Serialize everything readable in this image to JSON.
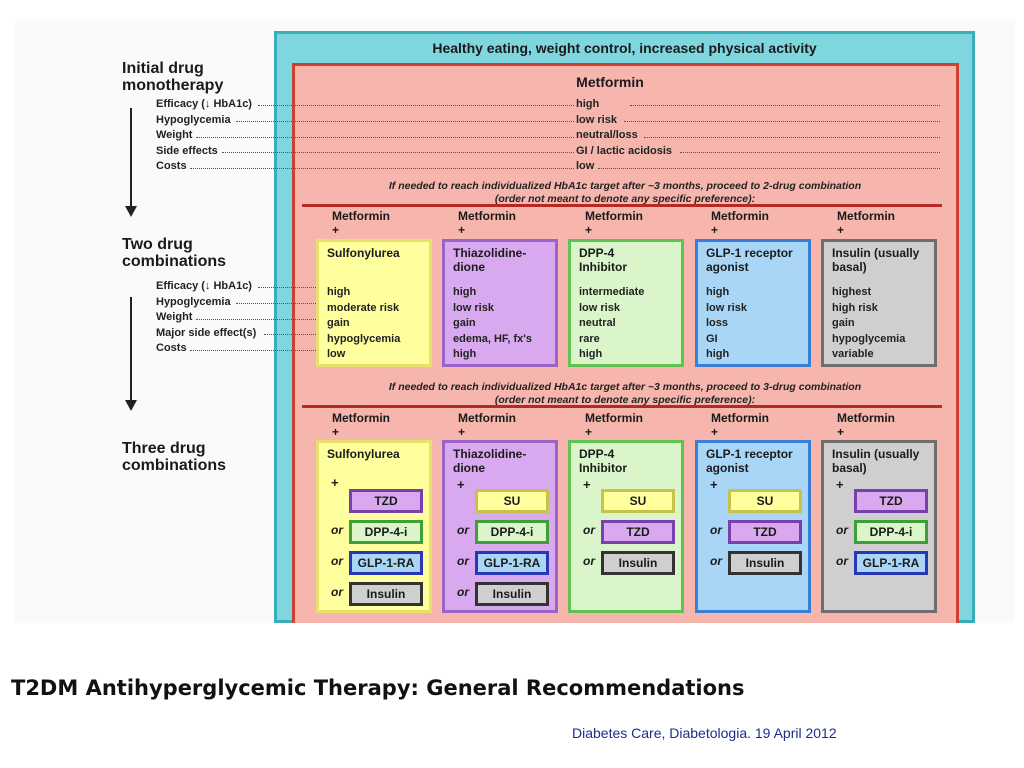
{
  "header": {
    "title": "Healthy eating, weight control, increased physical activity"
  },
  "stages": {
    "initial": "Initial drug monotherapy",
    "two": "Two drug combinations",
    "three": "Three drug combinations"
  },
  "row_labels_mono": [
    "Efficacy (↓ HbA1c)",
    "Hypoglycemia",
    "Weight",
    "Side effects",
    "Costs"
  ],
  "row_labels_dual": [
    "Efficacy (↓ HbA1c)",
    "Hypoglycemia",
    "Weight",
    "Major side effect(s)",
    "Costs"
  ],
  "monotherapy": {
    "drug": "Metformin",
    "values": [
      "high",
      "low risk",
      "neutral/loss",
      "GI / lactic acidosis",
      "low"
    ]
  },
  "notes": {
    "to_two": [
      "If needed to reach individualized HbA1c target after ~3 months, proceed to 2-drug combination",
      "(order not meant to denote any specific preference):"
    ],
    "to_three": [
      "If needed to reach individualized HbA1c target after ~3 months, proceed to 3-drug combination",
      "(order not meant to denote any specific preference):"
    ]
  },
  "metformin_plus": [
    "Metformin",
    "+"
  ],
  "or_label": "or",
  "plus_label": "+",
  "two_drug": [
    {
      "name": [
        "Sulfonylurea"
      ],
      "values": [
        "high",
        "moderate risk",
        "gain",
        "hypoglycemia",
        "low"
      ],
      "color": "#ffff9e"
    },
    {
      "name": [
        "Thiazolidine-",
        "dione"
      ],
      "values": [
        "high",
        "low risk",
        "gain",
        "edema, HF, fx's",
        "high"
      ],
      "color": "#d9a9ef"
    },
    {
      "name": [
        "DPP-4",
        "Inhibitor"
      ],
      "values": [
        "intermediate",
        "low risk",
        "neutral",
        "rare",
        "high"
      ],
      "color": "#d9f5c9"
    },
    {
      "name": [
        "GLP-1 receptor",
        "agonist"
      ],
      "values": [
        "high",
        "low risk",
        "loss",
        "GI",
        "high"
      ],
      "color": "#a9d6f7"
    },
    {
      "name": [
        "Insulin (usually",
        "basal)"
      ],
      "values": [
        "highest",
        "high risk",
        "gain",
        "hypoglycemia",
        "variable"
      ],
      "color": "#cfcfcf"
    }
  ],
  "three_drug": [
    {
      "name": [
        "Sulfonylurea"
      ],
      "options": [
        "TZD",
        "DPP-4-i",
        "GLP-1-RA",
        "Insulin"
      ]
    },
    {
      "name": [
        "Thiazolidine-",
        "dione"
      ],
      "options": [
        "SU",
        "DPP-4-i",
        "GLP-1-RA",
        "Insulin"
      ]
    },
    {
      "name": [
        "DPP-4",
        "Inhibitor"
      ],
      "options": [
        "SU",
        "TZD",
        "Insulin"
      ]
    },
    {
      "name": [
        "GLP-1 receptor",
        "agonist"
      ],
      "options": [
        "SU",
        "TZD",
        "Insulin"
      ]
    },
    {
      "name": [
        "Insulin (usually",
        "basal)"
      ],
      "options": [
        "TZD",
        "DPP-4-i",
        "GLP-1-RA"
      ]
    }
  ],
  "caption": "T2DM Antihyperglycemic Therapy: General Recommendations",
  "source": "Diabetes Care, Diabetologia. 19 April 2012"
}
